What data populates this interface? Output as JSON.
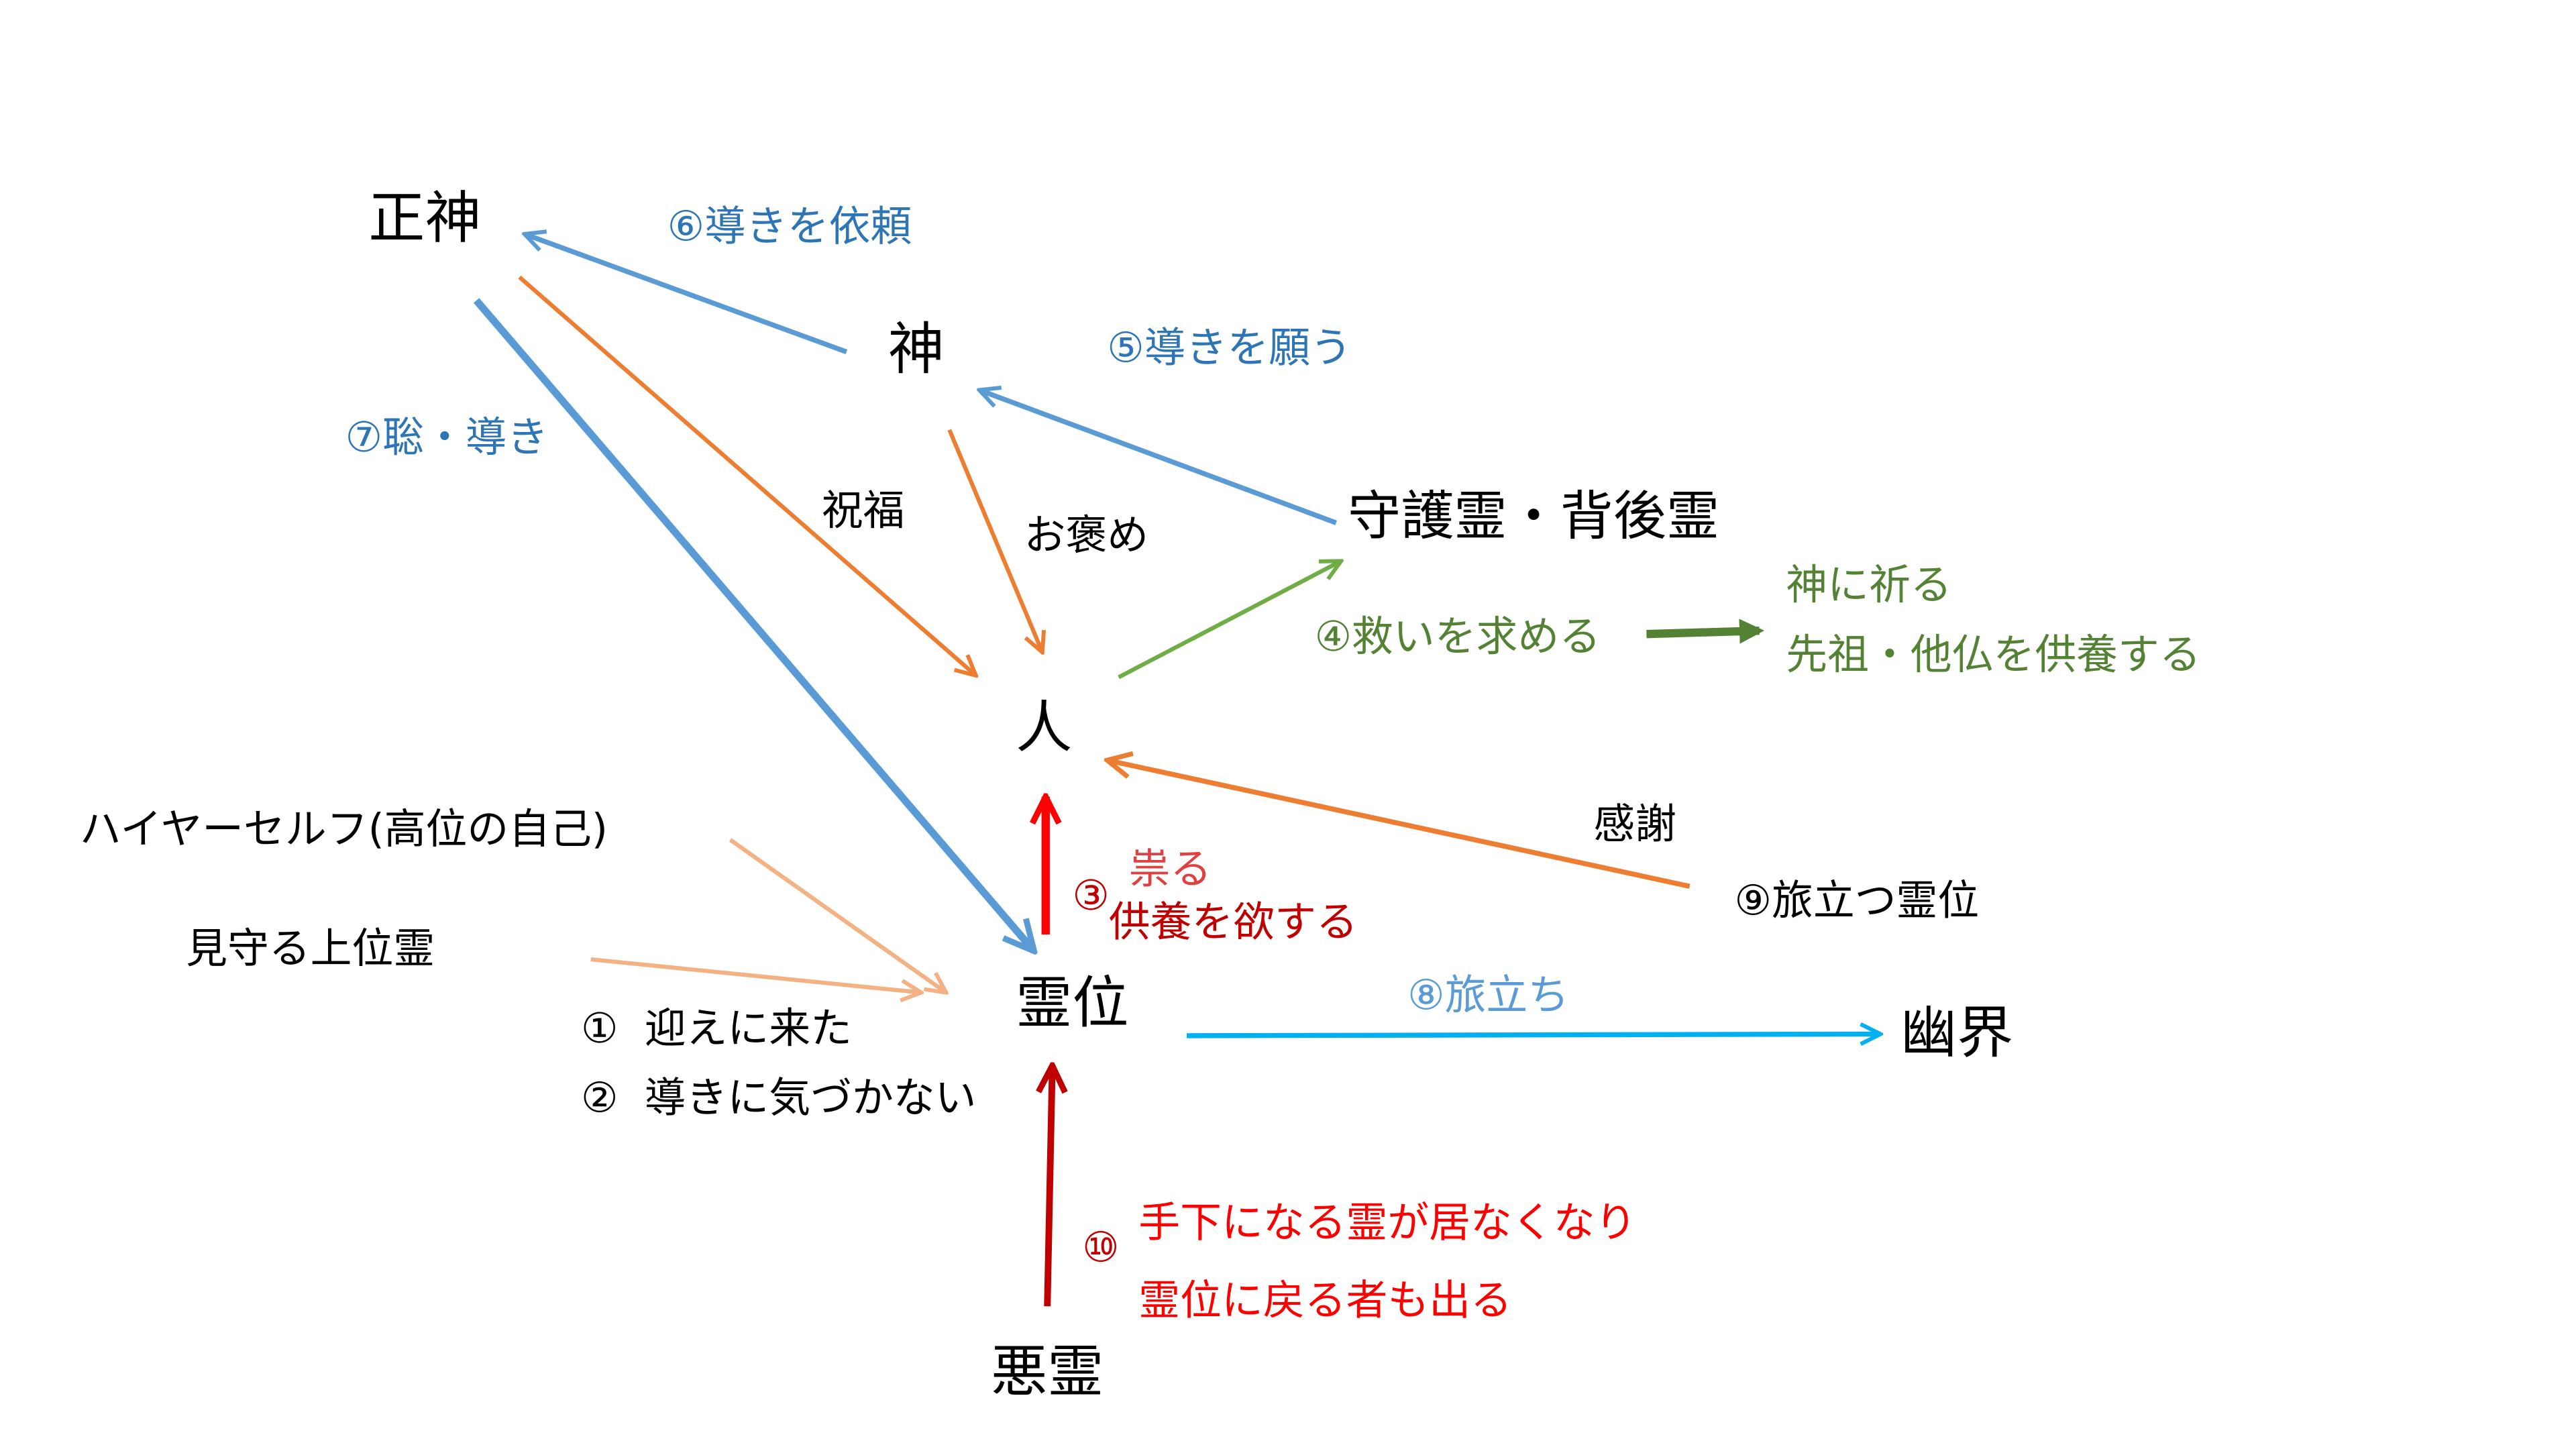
{
  "nodes": {
    "seishin": "正神",
    "kami": "神",
    "shugorei": "守護霊・背後霊",
    "hito": "人",
    "reii": "霊位",
    "yukai": "幽界",
    "akurei": "悪霊",
    "higher_self": "ハイヤーセルフ(高位の自己)",
    "mimamoru": "見守る上位霊",
    "tabidatsu": "⑨旅立つ霊位"
  },
  "labels": {
    "l6": "⑥導きを依頼",
    "l5": "⑤導きを願う",
    "l7": "⑦聡・導き",
    "shukufuku": "祝福",
    "ohome": "お褒め",
    "l4": "④救いを求める",
    "inoru": "神に祈る",
    "kuyou": "先祖・他仏を供養する",
    "kansha": "感謝",
    "l3_num": "③",
    "tatar": "祟る",
    "kuyou_hoshi": "供養を欲する",
    "l8": "⑧旅立ち",
    "l1": "①  迎えに来た",
    "l2": "②  導きに気づかない",
    "l10_num": "⑩",
    "l10_a": "手下になる霊が居なくなり",
    "l10_b": "霊位に戻る者も出る"
  },
  "colors": {
    "blue_text": "#2e75b6",
    "blue_arrow": "#5b9bd5",
    "orange": "#ed7d31",
    "green_text": "#548235",
    "green_arrow": "#70ad47",
    "red": "#ff0000",
    "dark_red": "#c00000",
    "salmon": "#f4b183",
    "cyan": "#00b0f0"
  }
}
